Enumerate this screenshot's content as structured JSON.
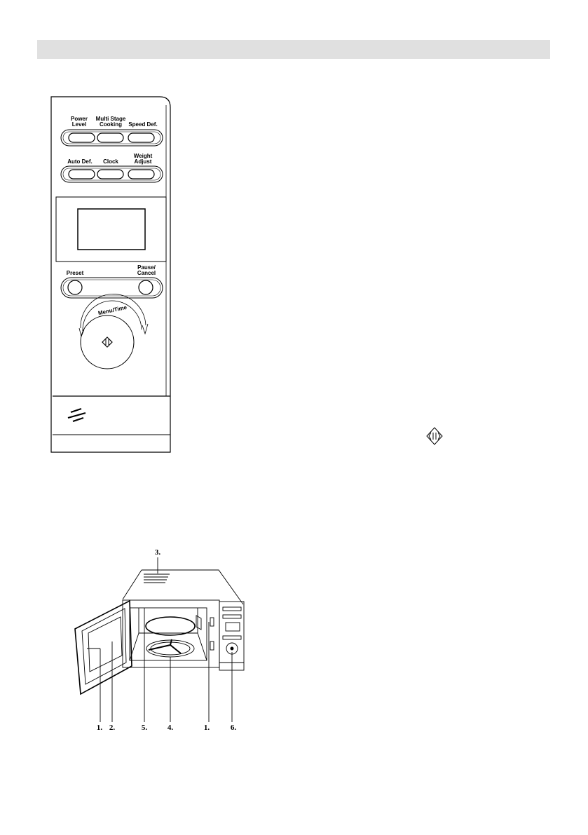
{
  "header_bar": {
    "color": "#e0e0e0"
  },
  "control_panel": {
    "row1": [
      {
        "label": [
          "Power",
          "Level"
        ]
      },
      {
        "label": [
          "Multi Stage",
          "Cooking"
        ]
      },
      {
        "label": [
          "Speed Def."
        ]
      }
    ],
    "row2": [
      {
        "label": [
          "Auto Def."
        ]
      },
      {
        "label": [
          "Clock"
        ]
      },
      {
        "label": [
          "Weight",
          "Adjust"
        ]
      }
    ],
    "preset_label": "Preset",
    "pause_cancel_label": [
      "Pause/",
      "Cancel"
    ],
    "dial_label": "Menu/Time",
    "dial_icon": "start-diamond-icon"
  },
  "inline_icon": "start-diamond-icon",
  "microwave_diagram": {
    "callouts": [
      "3.",
      "1.",
      "2.",
      "5.",
      "4.",
      "1.",
      "6."
    ]
  }
}
